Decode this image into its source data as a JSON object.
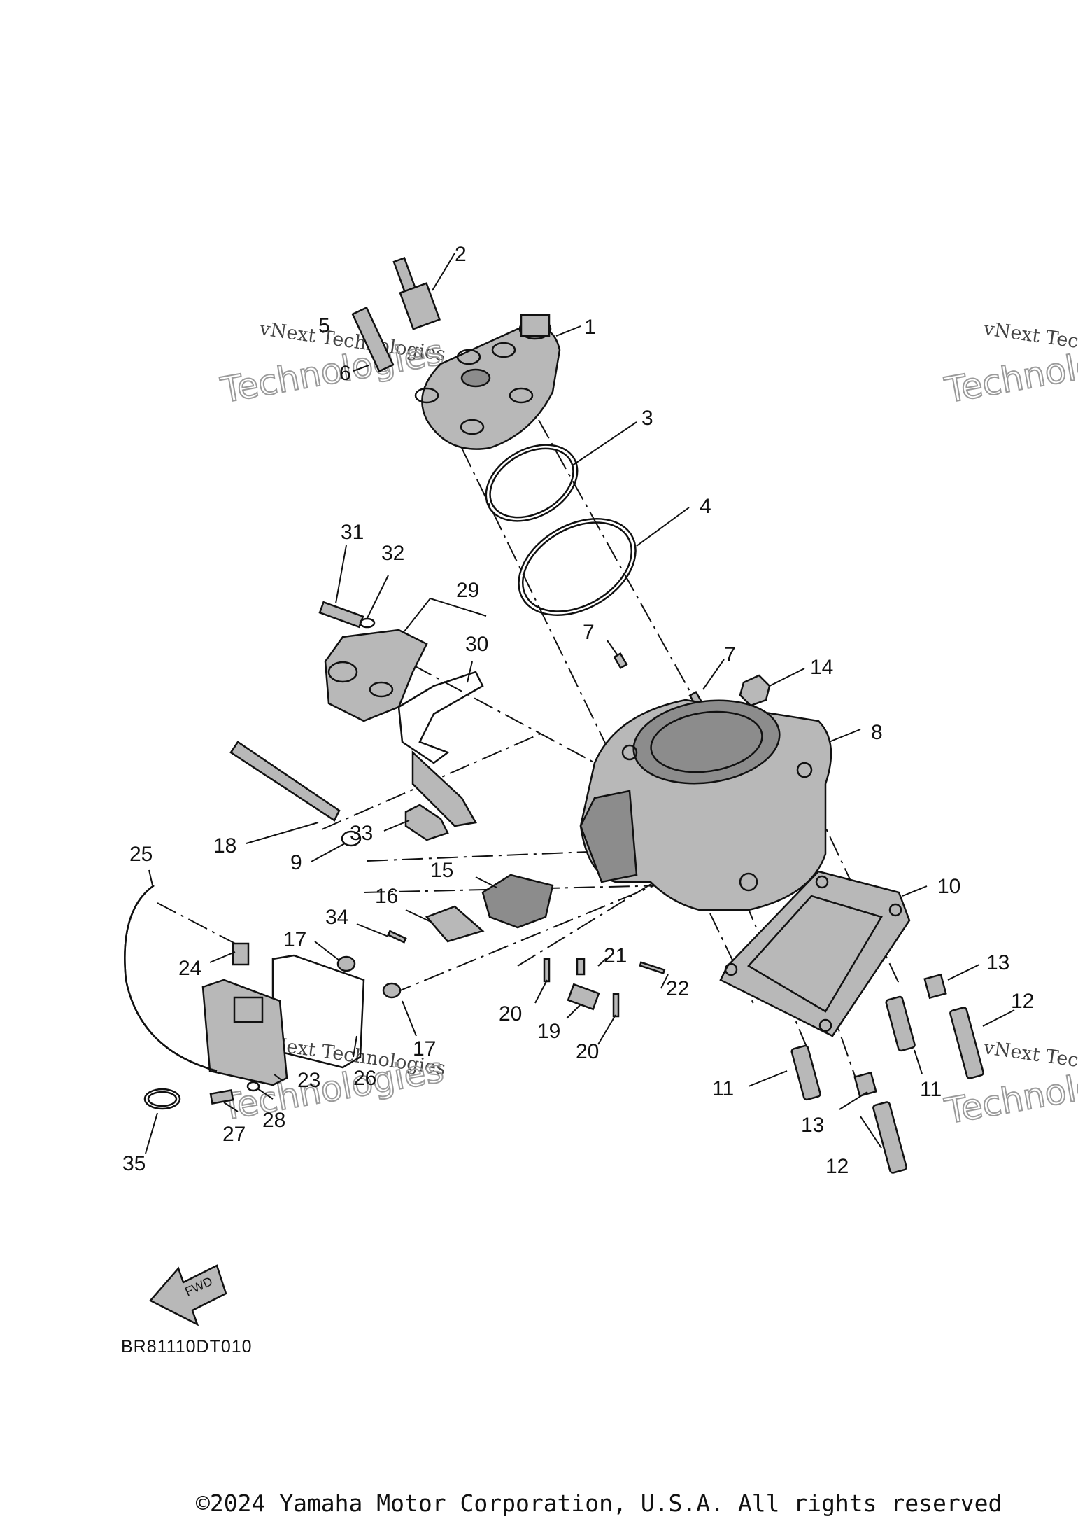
{
  "diagram_code": "BR81110DT010",
  "fwd_label": "FWD",
  "copyright": "©2024 Yamaha Motor Corporation, U.S.A. All rights reserved",
  "watermark": {
    "line1": "vNext Technologies",
    "line2": "Technologies"
  },
  "callouts": [
    "1",
    "2",
    "3",
    "4",
    "5",
    "6",
    "7",
    "7",
    "8",
    "9",
    "10",
    "11",
    "11",
    "12",
    "12",
    "13",
    "13",
    "14",
    "15",
    "16",
    "17",
    "17",
    "18",
    "19",
    "20",
    "20",
    "21",
    "22",
    "23",
    "24",
    "25",
    "26",
    "27",
    "28",
    "29",
    "30",
    "31",
    "32",
    "33",
    "34",
    "35"
  ]
}
